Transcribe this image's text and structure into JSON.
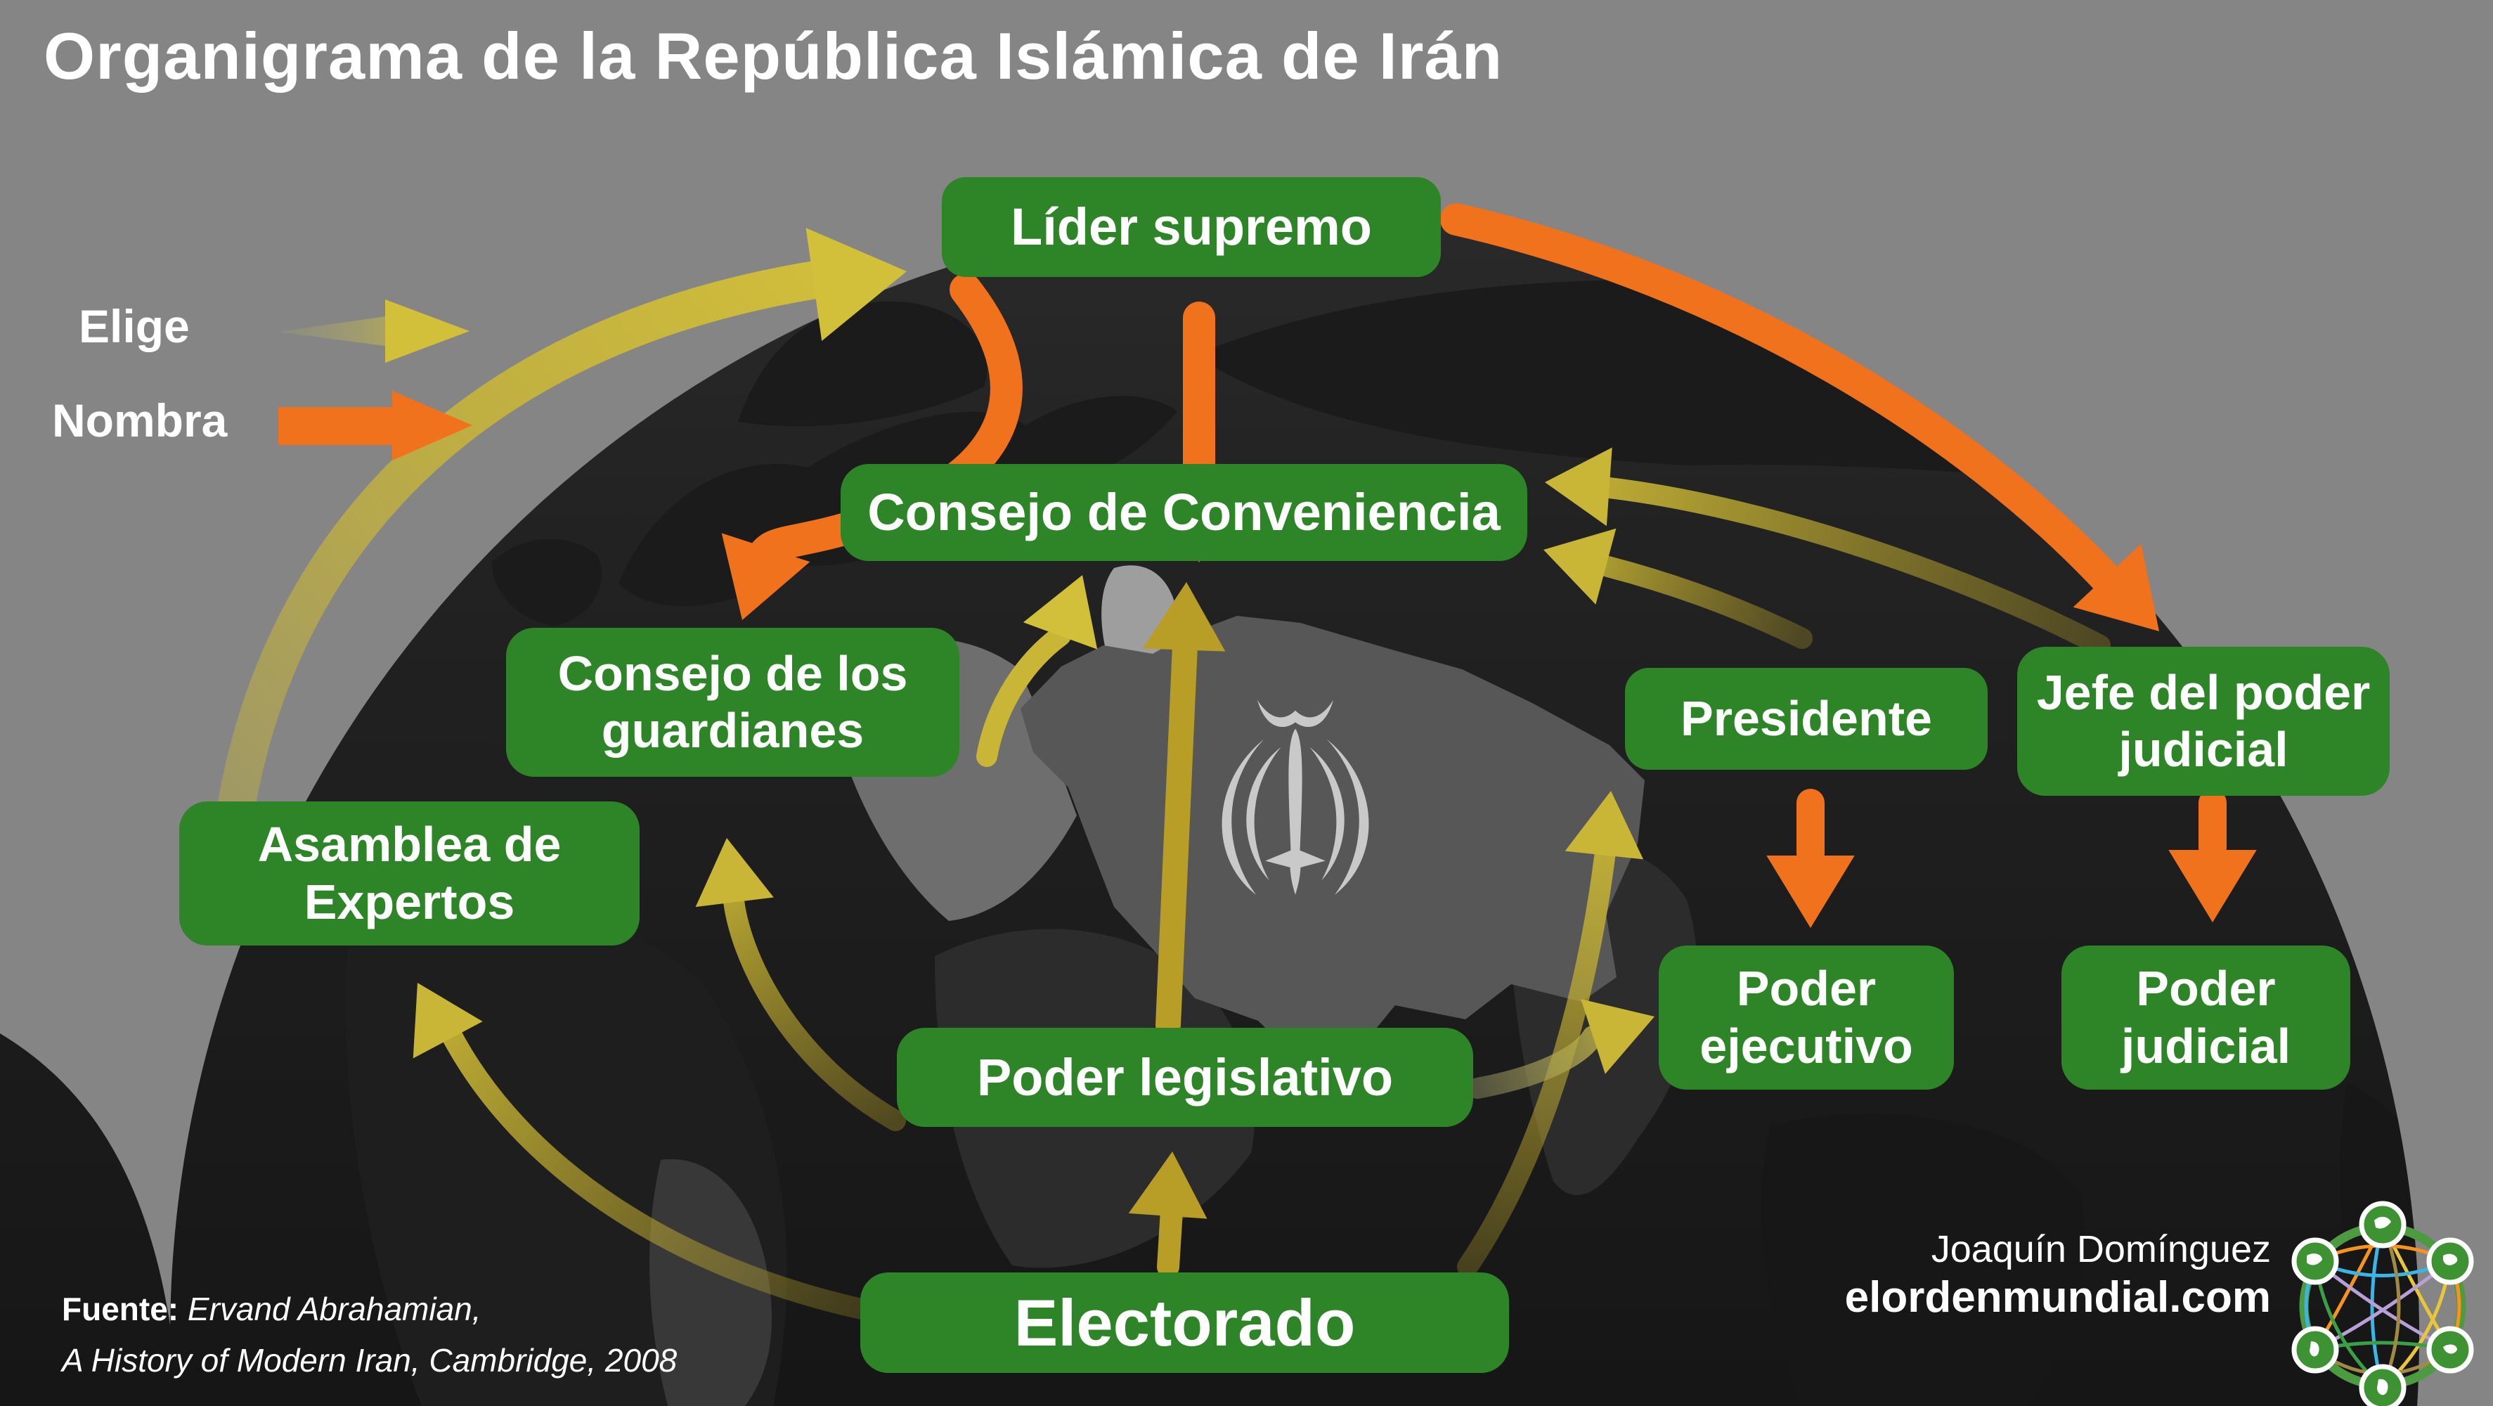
{
  "title": "Organigrama de la República Islámica de Irán",
  "legend": {
    "elige_label": "Elige",
    "nombra_label": "Nombra"
  },
  "nodes": {
    "lider_supremo": "Líder supremo",
    "consejo_conveniencia": "Consejo de Conveniencia",
    "consejo_guardianes": "Consejo de los guardianes",
    "asamblea_expertos": "Asamblea de Expertos",
    "presidente": "Presidente",
    "jefe_poder_judicial": "Jefe del poder judicial",
    "poder_ejecutivo": "Poder ejecutivo",
    "poder_judicial": "Poder judicial",
    "poder_legislativo": "Poder legislativo",
    "electorado": "Electorado"
  },
  "relations": [
    {
      "from": "Asamblea de Expertos",
      "to": "Líder supremo",
      "type": "Elige"
    },
    {
      "from": "Electorado",
      "to": "Asamblea de Expertos",
      "type": "Elige"
    },
    {
      "from": "Electorado",
      "to": "Poder legislativo",
      "type": "Elige"
    },
    {
      "from": "Electorado",
      "to": "Presidente",
      "type": "Elige"
    },
    {
      "from": "Poder legislativo",
      "to": "Consejo de los guardianes",
      "type": "Elige"
    },
    {
      "from": "Poder legislativo",
      "to": "Consejo de Conveniencia",
      "type": "Elige"
    },
    {
      "from": "Poder legislativo",
      "to": "Poder ejecutivo",
      "type": "Elige"
    },
    {
      "from": "Consejo de los guardianes",
      "to": "Consejo de Conveniencia",
      "type": "Elige"
    },
    {
      "from": "Presidente",
      "to": "Consejo de Conveniencia",
      "type": "Elige"
    },
    {
      "from": "Jefe del poder judicial",
      "to": "Consejo de Conveniencia",
      "type": "Elige"
    },
    {
      "from": "Líder supremo",
      "to": "Consejo de Conveniencia",
      "type": "Nombra"
    },
    {
      "from": "Líder supremo",
      "to": "Consejo de los guardianes",
      "type": "Nombra"
    },
    {
      "from": "Líder supremo",
      "to": "Jefe del poder judicial",
      "type": "Nombra"
    },
    {
      "from": "Presidente",
      "to": "Poder ejecutivo",
      "type": "Nombra"
    },
    {
      "from": "Jefe del poder judicial",
      "to": "Poder judicial",
      "type": "Nombra"
    }
  ],
  "source": {
    "label": "Fuente:",
    "line1": "Ervand Abrahamian,",
    "line2": "A History of Modern Iran, Cambridge, 2008"
  },
  "credit": {
    "author": "Joaquín Domínguez",
    "site": "elordenmundial.com"
  },
  "colors": {
    "background": "#858585",
    "box_green": "#2e8528",
    "elige_yellow": "#c9b636",
    "nombra_orange": "#f0721c",
    "globe_dark": "#212121",
    "iran_gray": "#575757",
    "emblem_gray": "#c9c9c9",
    "text_white": "#ffffff"
  }
}
